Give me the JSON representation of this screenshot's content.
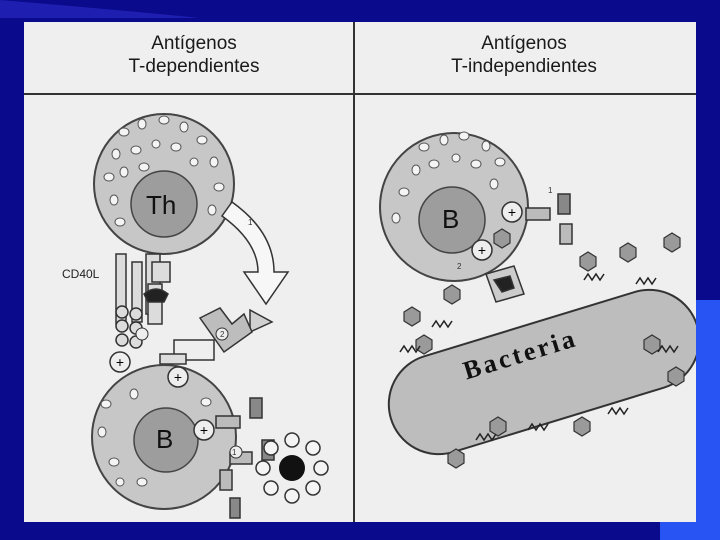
{
  "colors": {
    "background": "#0a0a8c",
    "slide": "#efefef",
    "cell_fill": "#c7c7c7",
    "nucleus": "#9d9d9d"
  },
  "diagram": {
    "left_panel_title_line1": "Antígenos",
    "left_panel_title_line2": "T-dependientes",
    "right_panel_title_line1": "Antígenos",
    "right_panel_title_line2": "T-independientes",
    "th_cell_label": "Th",
    "b_cell_left_label": "B",
    "b_cell_right_label": "B",
    "cd40l_label": "CD40L",
    "bacteria_label": "Bacteria",
    "signal_1": "1",
    "signal_2": "2"
  }
}
